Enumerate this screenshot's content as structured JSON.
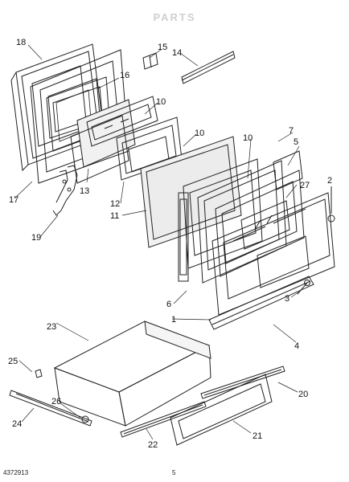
{
  "header": {
    "title_fragment": "PARTS"
  },
  "callouts": [
    "1",
    "2",
    "3",
    "4",
    "5",
    "6",
    "7",
    "10",
    "10",
    "10",
    "11",
    "12",
    "13",
    "14",
    "15",
    "16",
    "17",
    "18",
    "19",
    "20",
    "21",
    "22",
    "23",
    "24",
    "25",
    "26",
    "27"
  ],
  "footer": {
    "part_number": "4372913",
    "page": "5"
  }
}
